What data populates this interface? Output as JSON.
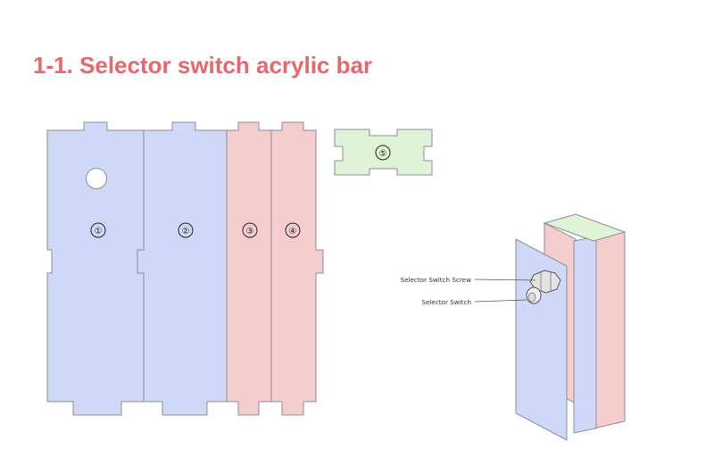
{
  "title": "1-1. Selector switch acrylic bar",
  "parts": [
    {
      "label": "①"
    },
    {
      "label": "②"
    },
    {
      "label": "③"
    },
    {
      "label": "④"
    },
    {
      "label": "⑤"
    }
  ],
  "callouts": {
    "screw": "Selector Switch Screw",
    "switch": "Selector Switch"
  },
  "colors": {
    "title": "#e8676b",
    "blue_fill": "#cfd8f7",
    "pink_fill": "#f5cdcd",
    "green_fill": "#dff3d6",
    "outline": "#8c8c9c"
  }
}
